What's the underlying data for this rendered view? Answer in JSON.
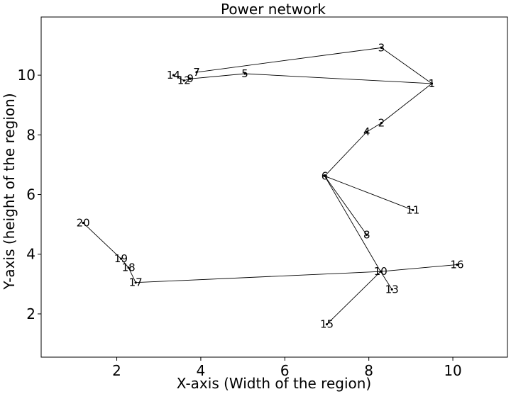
{
  "chart_data": {
    "type": "network",
    "title": "Power network",
    "xlabel": "X-axis (Width of the region)",
    "ylabel": "Y-axis (height of the region)",
    "xlim": [
      0.2,
      11.3
    ],
    "ylim": [
      0.55,
      11.95
    ],
    "xticks": [
      2,
      4,
      6,
      8,
      10
    ],
    "yticks": [
      2,
      4,
      6,
      8,
      10
    ],
    "grid": false,
    "nodes": [
      {
        "id": "1",
        "x": 9.5,
        "y": 9.72
      },
      {
        "id": "2",
        "x": 8.3,
        "y": 8.4
      },
      {
        "id": "3",
        "x": 8.3,
        "y": 10.92
      },
      {
        "id": "4",
        "x": 7.95,
        "y": 8.1
      },
      {
        "id": "5",
        "x": 5.05,
        "y": 10.05
      },
      {
        "id": "6",
        "x": 6.95,
        "y": 6.62
      },
      {
        "id": "7",
        "x": 3.9,
        "y": 10.1
      },
      {
        "id": "8",
        "x": 7.95,
        "y": 4.65
      },
      {
        "id": "9",
        "x": 3.75,
        "y": 9.88
      },
      {
        "id": "10",
        "x": 8.28,
        "y": 3.42
      },
      {
        "id": "11",
        "x": 9.05,
        "y": 5.48
      },
      {
        "id": "12",
        "x": 3.6,
        "y": 9.82
      },
      {
        "id": "13",
        "x": 8.55,
        "y": 2.82
      },
      {
        "id": "14",
        "x": 3.35,
        "y": 10.0
      },
      {
        "id": "15",
        "x": 7.0,
        "y": 1.65
      },
      {
        "id": "16",
        "x": 10.1,
        "y": 3.65
      },
      {
        "id": "17",
        "x": 2.45,
        "y": 3.05
      },
      {
        "id": "18",
        "x": 2.28,
        "y": 3.55
      },
      {
        "id": "19",
        "x": 2.1,
        "y": 3.85
      },
      {
        "id": "20",
        "x": 1.2,
        "y": 5.05
      }
    ],
    "edges": [
      [
        "1",
        "2"
      ],
      [
        "1",
        "3"
      ],
      [
        "1",
        "5"
      ],
      [
        "3",
        "7"
      ],
      [
        "5",
        "9"
      ],
      [
        "9",
        "12"
      ],
      [
        "12",
        "14"
      ],
      [
        "2",
        "4"
      ],
      [
        "4",
        "6"
      ],
      [
        "6",
        "11"
      ],
      [
        "6",
        "8"
      ],
      [
        "6",
        "10"
      ],
      [
        "10",
        "13"
      ],
      [
        "10",
        "15"
      ],
      [
        "10",
        "16"
      ],
      [
        "10",
        "17"
      ],
      [
        "17",
        "18"
      ],
      [
        "18",
        "19"
      ],
      [
        "19",
        "20"
      ]
    ]
  }
}
